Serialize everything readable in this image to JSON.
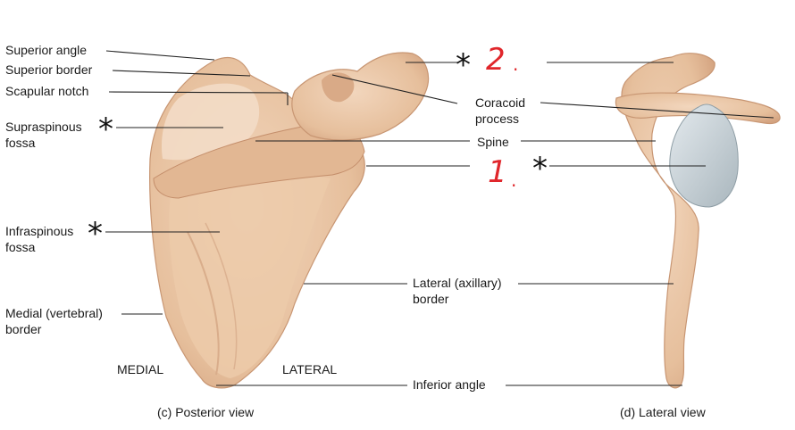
{
  "labels": {
    "superior_angle": "Superior angle",
    "superior_border": "Superior border",
    "scapular_notch": "Scapular notch",
    "supraspinous_fossa_1": "Supraspinous",
    "supraspinous_fossa_2": "fossa",
    "infraspinous_fossa_1": "Infraspinous",
    "infraspinous_fossa_2": "fossa",
    "medial_border_1": "Medial (vertebral)",
    "medial_border_2": "border",
    "medial": "MEDIAL",
    "lateral": "LATERAL",
    "coracoid_1": "Coracoid",
    "coracoid_2": "process",
    "spine": "Spine",
    "lateral_border_1": "Lateral (axillary)",
    "lateral_border_2": "border",
    "inferior_angle": "Inferior angle",
    "posterior_view": "(c) Posterior view",
    "lateral_view": "(d) Lateral view"
  },
  "annotations": {
    "star": "*",
    "mark_2": "2",
    "mark_1": "1",
    "dot": "."
  },
  "colors": {
    "bone": "#e9c4a3",
    "bone_shade": "#d4a583",
    "bone_light": "#f3d9c2",
    "cartilage": "#c9d3d8",
    "leader": "#222222",
    "annotation_red": "#e0262b"
  }
}
